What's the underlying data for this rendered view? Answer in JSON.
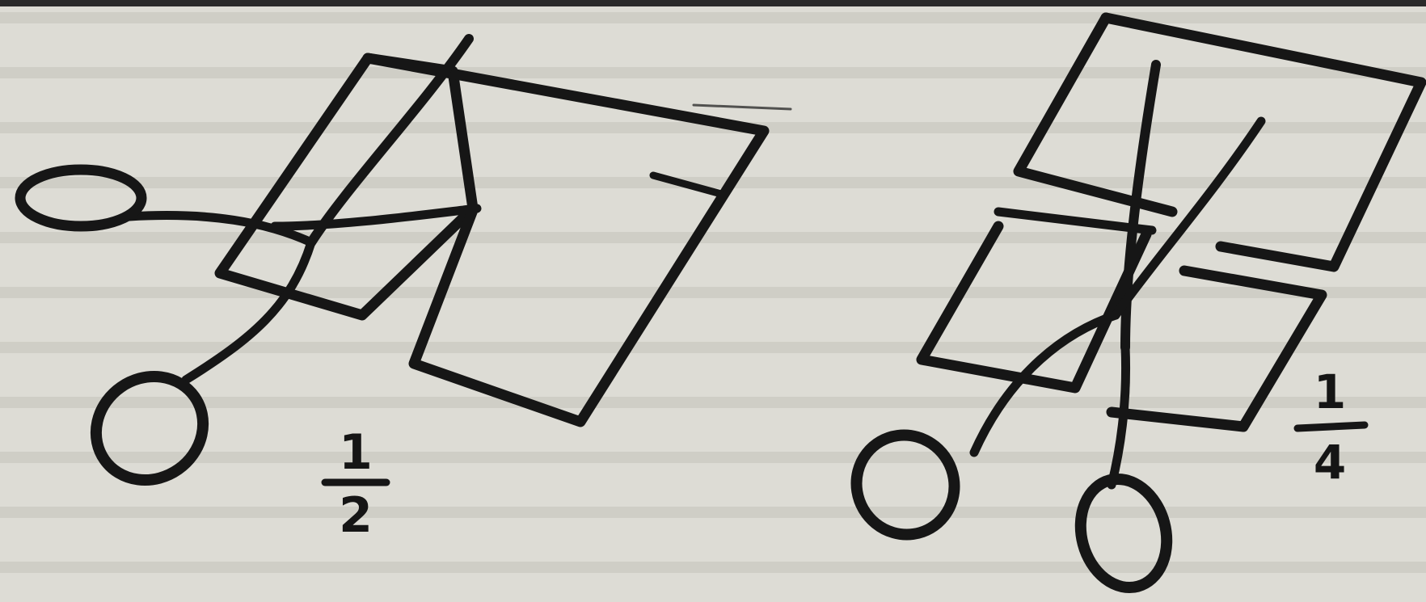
{
  "figure": {
    "left_panel": {
      "fraction": {
        "numerator": "1",
        "denominator": "2"
      }
    },
    "right_panel": {
      "fraction": {
        "numerator": "1",
        "denominator": "4"
      }
    }
  },
  "colors": {
    "paper": "#dddcd5",
    "ink": "#161616",
    "bleed_text": "#b9b8b1"
  }
}
